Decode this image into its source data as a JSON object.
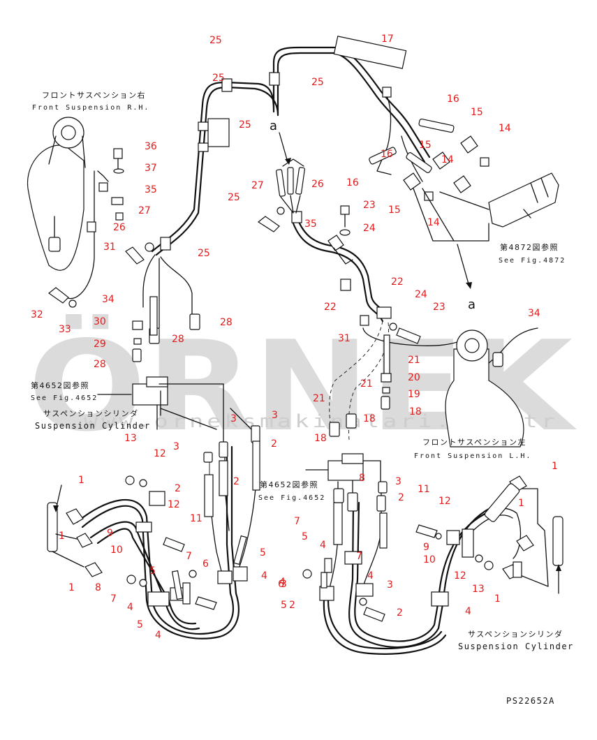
{
  "drawing_code": "PS22652A",
  "watermark": {
    "brand": "ÖRNEK",
    "url": "www.orneksmakinalari.com.tr"
  },
  "captions": {
    "front_susp_rh_jp": "フロントサスペンション右",
    "front_susp_rh_en": "Front Suspension R.H.",
    "front_susp_lh_jp": "フロントサスペンション左",
    "front_susp_lh_en": "Front Suspension L.H.",
    "susp_cyl_left_jp": "サスペンションシリンダ",
    "susp_cyl_left_en": "Suspension Cylinder",
    "susp_cyl_right_jp": "サスペンションシリンダ",
    "susp_cyl_right_en": "Suspension Cylinder",
    "ref4652_a_jp": "第4652図参照",
    "ref4652_a_en": "See Fig.4652",
    "ref4652_b_jp": "第4652図参照",
    "ref4652_b_en": "See Fig.4652",
    "ref4872_jp": "第4872図参照",
    "ref4872_en": "See Fig.4872",
    "arrow_a_top": "a",
    "arrow_a_bottom": "a"
  },
  "callouts": [
    "25",
    "25",
    "25",
    "17",
    "25",
    "16",
    "15",
    "14",
    "16",
    "15",
    "14",
    "36",
    "37",
    "35",
    "27",
    "26",
    "25",
    "27",
    "26",
    "25",
    "35",
    "23",
    "24",
    "16",
    "15",
    "14",
    "31",
    "34",
    "33",
    "32",
    "28",
    "28",
    "30",
    "29",
    "28",
    "22",
    "22",
    "24",
    "23",
    "31",
    "21",
    "34",
    "21",
    "21",
    "20",
    "19",
    "18",
    "18",
    "18",
    "13",
    "12",
    "12",
    "3",
    "3",
    "3",
    "2",
    "2",
    "2",
    "1",
    "1",
    "1",
    "9",
    "10",
    "11",
    "8",
    "7",
    "4",
    "5",
    "5",
    "4",
    "7",
    "6",
    "5",
    "4",
    "3",
    "2",
    "8",
    "7",
    "5",
    "4",
    "7",
    "6",
    "5",
    "4",
    "3",
    "2",
    "3",
    "2",
    "11",
    "12",
    "9",
    "10",
    "12",
    "13",
    "1",
    "1",
    "1",
    "4",
    "4"
  ]
}
